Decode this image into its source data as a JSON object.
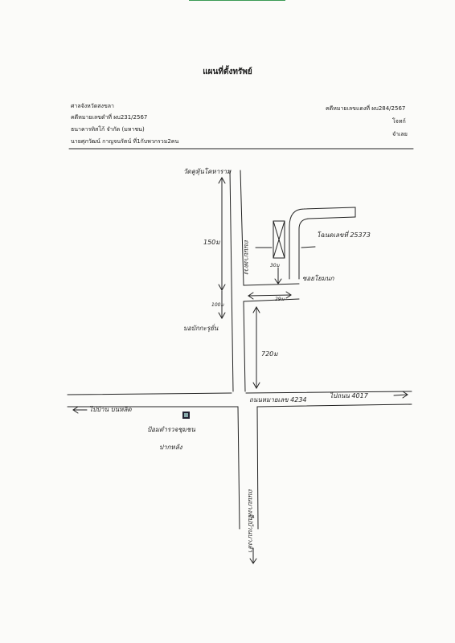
{
  "title": "แผนที่ตั้งทรัพย์",
  "header_left": {
    "court": "ศาลจังหวัดสงขลา",
    "case_black": "คดีหมายเลขดำที่ ผบ231/2567",
    "plaintiff": "ธนาคารทิสโก้ จำกัด (มหาชน)",
    "defendant": "นายศุภวัฒน์ กาญจนรัตน์ ที่1กับพวกรวม2คน"
  },
  "header_right": {
    "case_red": "คดีหมายเลขแดงที่ ผบ284/2567",
    "plaintiff_role": "โจทก์",
    "defendant_role": "จำเลย"
  },
  "map_labels": {
    "temple": "วัดคูหุ้นโคหาราม",
    "dist_150": "150ม",
    "dist_100": "100ม",
    "dist_30": "30ม",
    "dist_29": "29ม",
    "dist_720": "720ม",
    "land_deed": "โฉนดเลขที่ 25373",
    "soi": "ซอยโยมนก",
    "school": "บอบักกะรุยั่น",
    "vertical_road_upper": "ถนนบางดวง",
    "main_road": "ถนนหมายเลข 4234",
    "to_west": "ไปบ้าน บนหลิด",
    "to_east": "ไปถนน 4017",
    "police_line1": "ป้อมตำรวจชุมชน",
    "police_line2": "ปากหลัง",
    "vertical_road_lower": "ถนนบางลำ",
    "to_south": "ไปบ้านบางลำ"
  }
}
